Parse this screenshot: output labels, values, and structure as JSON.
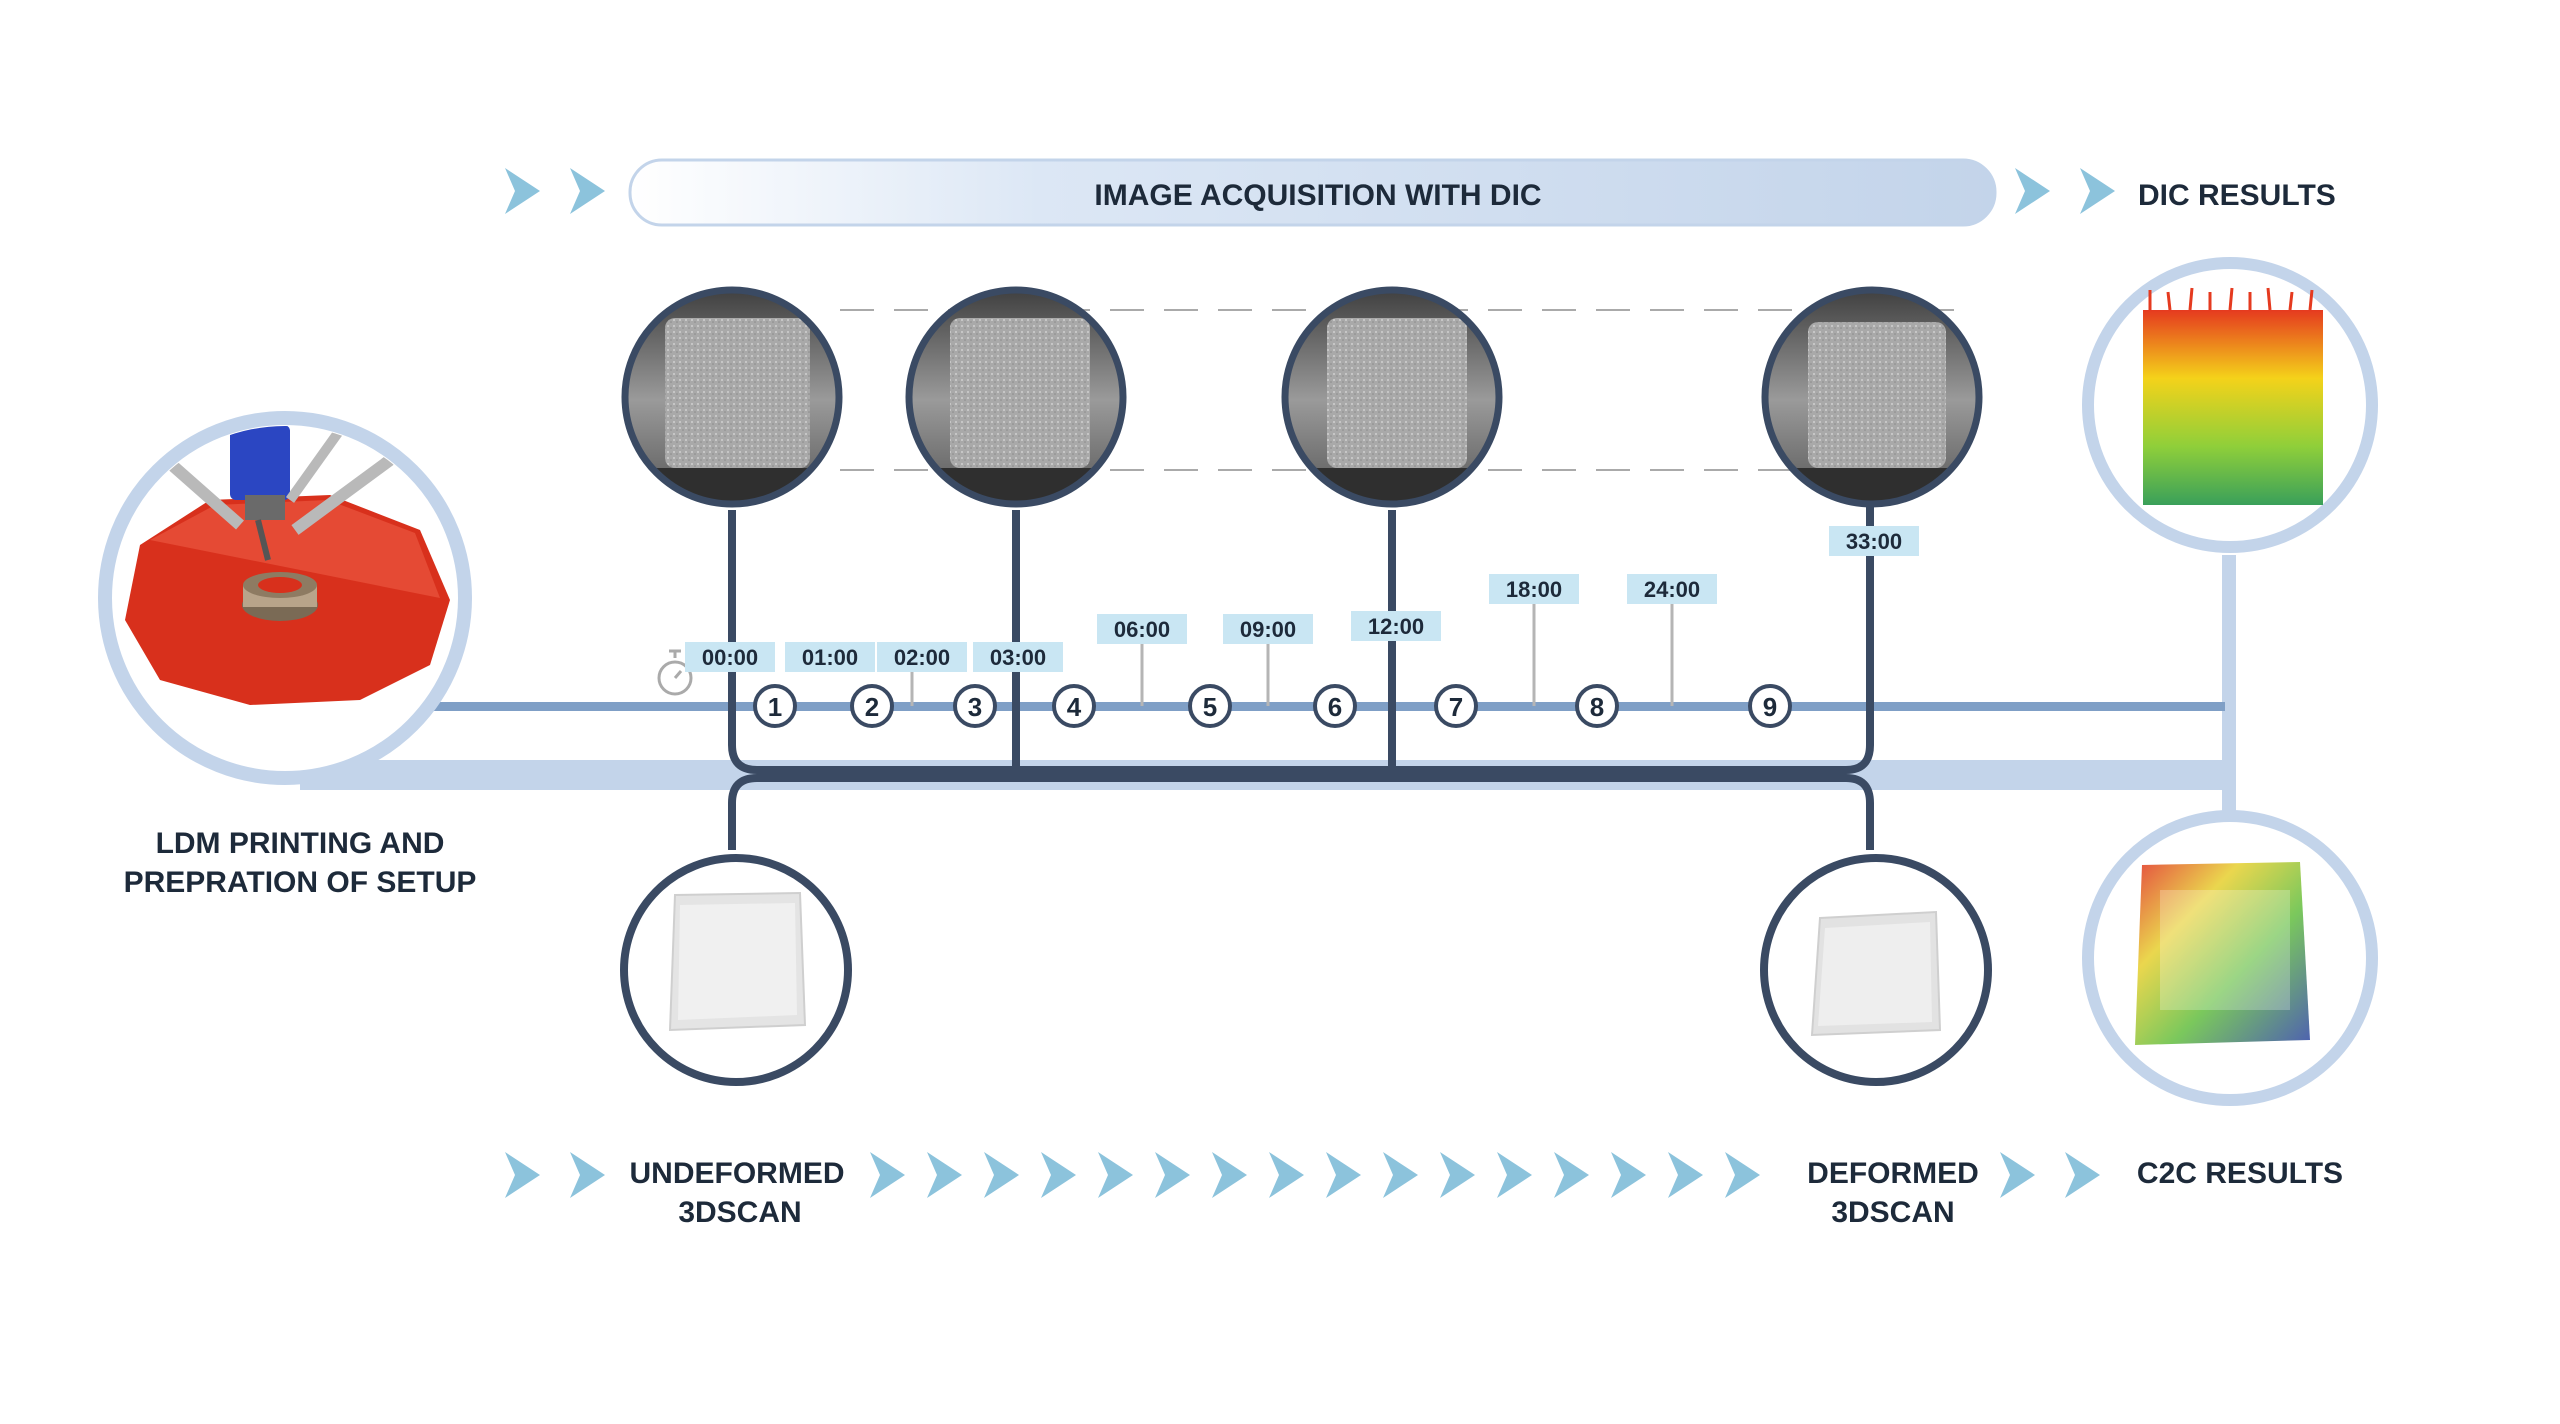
{
  "top_bar": {
    "label": "IMAGE ACQUISITION WITH DIC"
  },
  "top_end": {
    "label": "DIC RESULTS"
  },
  "bottom_labels": {
    "undeformed": [
      "UNDEFORMED",
      "3DSCAN"
    ],
    "deformed": [
      "DEFORMED",
      "3DSCAN"
    ],
    "c2c": "C2C RESULTS"
  },
  "printing_label": [
    "LDM PRINTING AND",
    "PREPRATION OF SETUP"
  ],
  "timeline": {
    "steps": [
      "1",
      "2",
      "3",
      "4",
      "5",
      "6",
      "7",
      "8",
      "9"
    ],
    "times": [
      "00:00",
      "01:00",
      "02:00",
      "03:00",
      "06:00",
      "09:00",
      "12:00",
      "18:00",
      "24:00",
      "33:00"
    ]
  },
  "colors": {
    "navy": "#3a4a63",
    "light_blue": "#c3d4ea",
    "mid_blue": "#7f9fc6",
    "chevron": "#8cc3dc",
    "time_box": "#c9e6f3",
    "printer_red": "#d8301c"
  },
  "icons": [
    "chevron-icon",
    "stopwatch-icon"
  ]
}
